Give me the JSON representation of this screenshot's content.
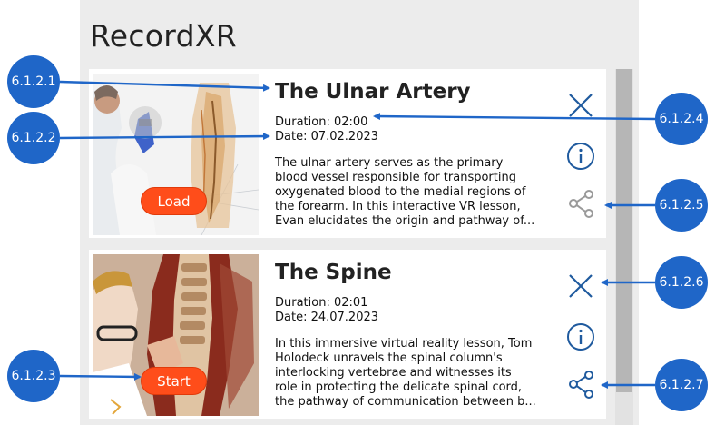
{
  "app": {
    "title": "RecordXR"
  },
  "lessons": [
    {
      "title": "The Ulnar Artery",
      "duration": "Duration: 02:00",
      "date": "Date: 07.02.2023",
      "description": "The ulnar artery serves as the primary\nblood vessel responsible for transporting\noxygenated blood to the medial regions of\nthe forearm. In this interactive VR lesson,\nEvan elucidates the origin and pathway of...",
      "action_label": "Load"
    },
    {
      "title": "The Spine",
      "duration": "Duration: 02:01",
      "date": "Date: 24.07.2023",
      "description": "In this immersive virtual reality lesson, Tom\nHolodeck unravels the spinal column's\ninterlocking vertebrae and witnesses its\nrole in protecting the delicate spinal cord,\nthe pathway of communication between b...",
      "action_label": "Start"
    }
  ],
  "icons": [
    "close-icon",
    "info-icon",
    "share-icon"
  ],
  "callouts": [
    "6.1.2.1",
    "6.1.2.2",
    "6.1.2.3",
    "6.1.2.4",
    "6.1.2.5",
    "6.1.2.6",
    "6.1.2.7"
  ],
  "colors": {
    "accent": "#ff4d1a",
    "callout": "#1f66c8",
    "icon": "#1f5a9e"
  }
}
